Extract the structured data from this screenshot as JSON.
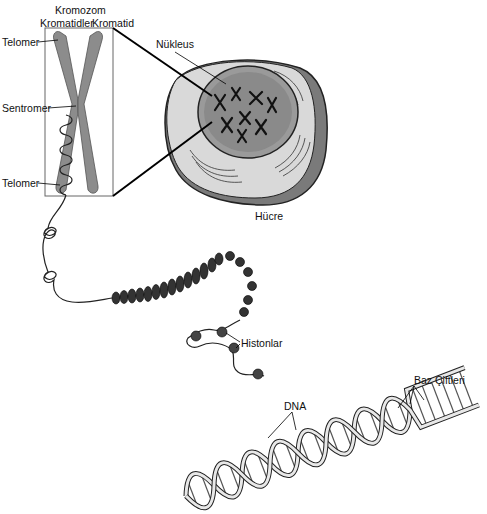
{
  "diagram": {
    "labels": [
      "Kromozom",
      "Kromatidler",
      "Kromatid",
      "Telomer",
      "Sentromer",
      "Telomer",
      "Nükleus",
      "Hücre",
      "Histonlar",
      "Baz Çiftleri",
      "DNA"
    ]
  }
}
